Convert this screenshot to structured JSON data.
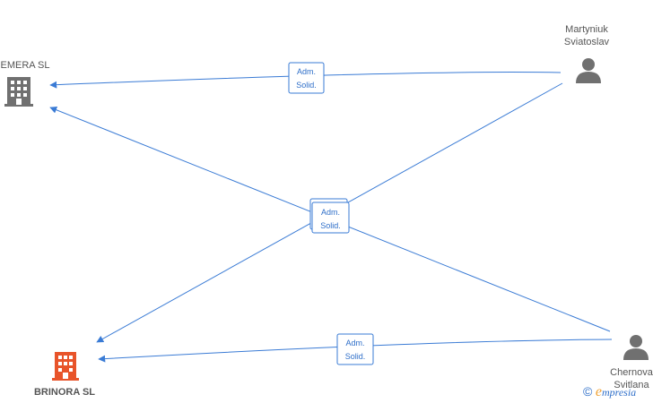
{
  "nodes": {
    "company_top": {
      "label": "EMERA SL",
      "type": "company",
      "color": "#707070"
    },
    "company_bottom": {
      "label": "BRINORA SL",
      "type": "company",
      "color": "#e8542a"
    },
    "person_top": {
      "label_line1": "Martyniuk",
      "label_line2": "Sviatoslav",
      "type": "person",
      "color": "#707070"
    },
    "person_bottom": {
      "label_line1": "Chernova",
      "label_line2": "Svitlana",
      "type": "person",
      "color": "#707070"
    }
  },
  "edges": [
    {
      "label_line1": "Adm.",
      "label_line2": "Solid."
    },
    {
      "label_line1": "Adm.",
      "label_line2": "Solid."
    },
    {
      "label_line1": "Adm.",
      "label_line2": "Solid."
    },
    {
      "label_line1": "Adm.",
      "label_line2": "Solid."
    }
  ],
  "colors": {
    "edge": "#3a7bd5",
    "icon_gray": "#707070",
    "icon_orange": "#e8542a"
  },
  "watermark": {
    "copyright": "©",
    "brand_initial": "e",
    "brand_rest": "mpresia"
  }
}
